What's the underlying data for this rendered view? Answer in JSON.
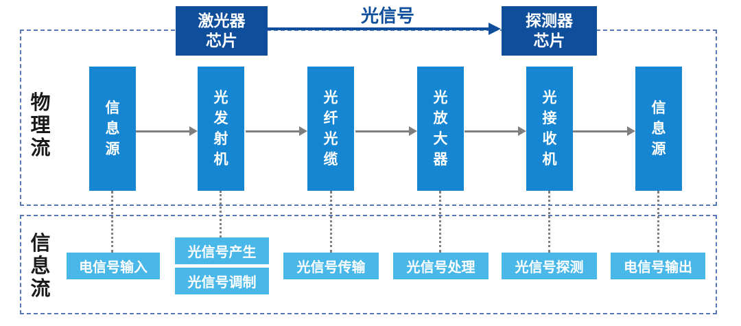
{
  "colors": {
    "chip_navy": "#0f4e9b",
    "node_blue": "#1686d2",
    "info_light_blue": "#49b8e8",
    "dashed_border_blue": "#5577b8",
    "connector_gray": "#7f7f7f",
    "label_black": "#1a1a1a",
    "text_white": "#ffffff"
  },
  "top": {
    "laser_chip_label": "激光器\n芯片",
    "detector_chip_label": "探测器\n芯片",
    "signal_label": "光信号"
  },
  "physical_flow": {
    "section_label": "物理流",
    "nodes": [
      "信息源",
      "光发射机",
      "光纤光缆",
      "光放大器",
      "光接收机",
      "信息源"
    ]
  },
  "info_flow": {
    "section_label": "信息流",
    "items": [
      "电信号输入",
      "光信号产生",
      "光信号调制",
      "光信号传输",
      "光信号处理",
      "光信号探测",
      "电信号输出"
    ]
  }
}
